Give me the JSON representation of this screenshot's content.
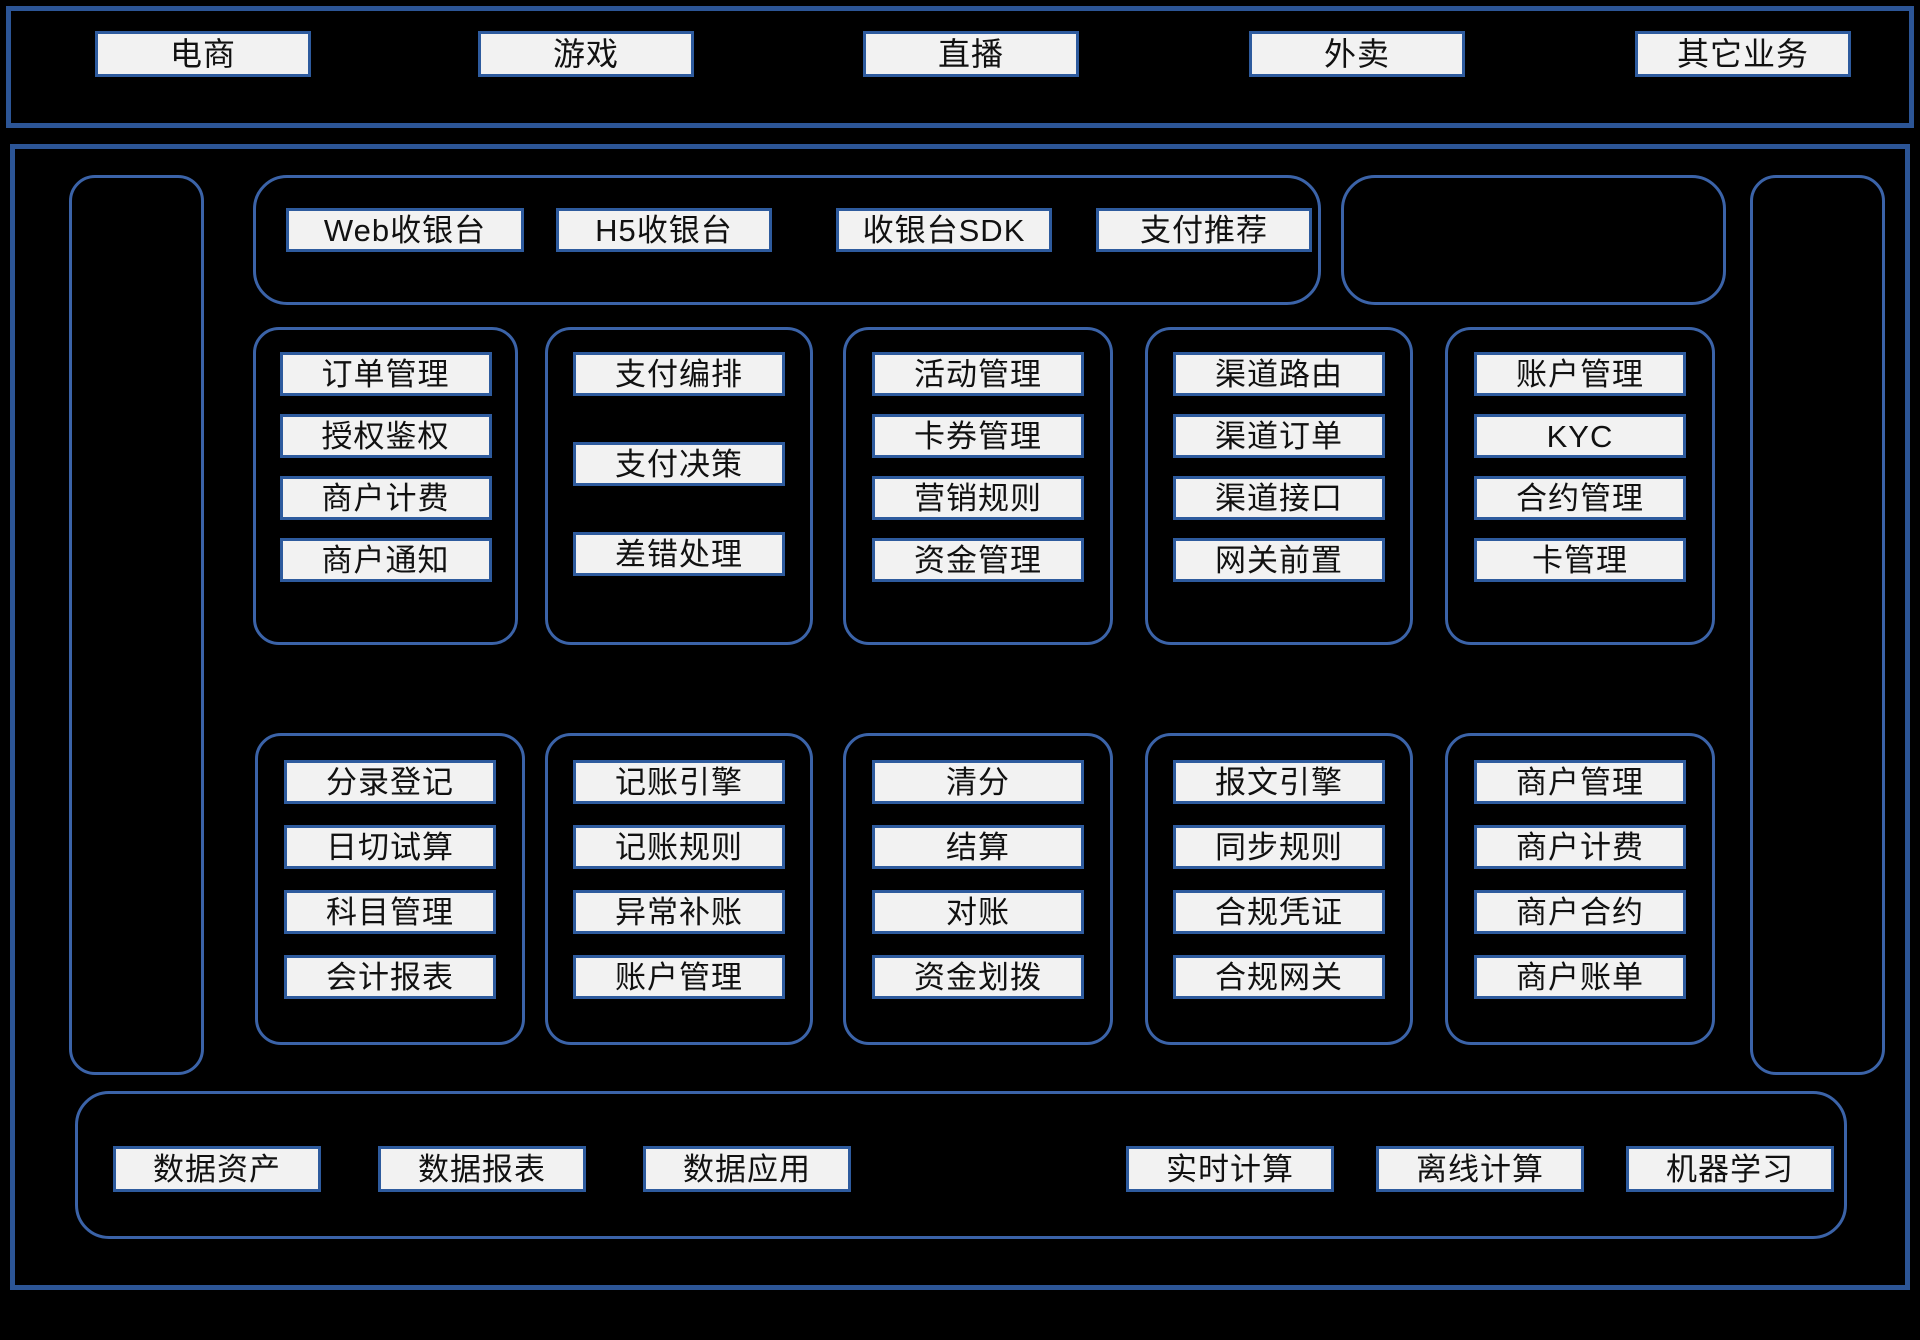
{
  "colors": {
    "background": "#000000",
    "frame_border": "#2c5596",
    "group_border": "#3b63a8",
    "chip_fill": "#f2f2f2",
    "chip_border": "#2e5b9e",
    "text": "#111111"
  },
  "business_layer": {
    "name": "business-layer",
    "items": [
      {
        "label": "电商"
      },
      {
        "label": "游戏"
      },
      {
        "label": "直播"
      },
      {
        "label": "外卖"
      },
      {
        "label": "其它业务"
      }
    ]
  },
  "platform_layer": {
    "name": "platform-layer",
    "left_column": {
      "label": ""
    },
    "right_column": {
      "label": ""
    },
    "cashier_group": {
      "name": "cashier-group",
      "items": [
        {
          "label": "Web收银台"
        },
        {
          "label": "H5收银台"
        },
        {
          "label": "收银台SDK"
        },
        {
          "label": "支付推荐"
        }
      ]
    },
    "cashier_side_group": {
      "name": "cashier-side-group",
      "items": []
    },
    "row1": [
      {
        "name": "order-group",
        "items": [
          {
            "label": "订单管理"
          },
          {
            "label": "授权鉴权"
          },
          {
            "label": "商户计费"
          },
          {
            "label": "商户通知"
          }
        ]
      },
      {
        "name": "payment-group",
        "items": [
          {
            "label": "支付编排"
          },
          {
            "label": "支付决策"
          },
          {
            "label": "差错处理"
          }
        ]
      },
      {
        "name": "marketing-group",
        "items": [
          {
            "label": "活动管理"
          },
          {
            "label": "卡券管理"
          },
          {
            "label": "营销规则"
          },
          {
            "label": "资金管理"
          }
        ]
      },
      {
        "name": "channel-group",
        "items": [
          {
            "label": "渠道路由"
          },
          {
            "label": "渠道订单"
          },
          {
            "label": "渠道接口"
          },
          {
            "label": "网关前置"
          }
        ]
      },
      {
        "name": "account-group",
        "items": [
          {
            "label": "账户管理"
          },
          {
            "label": "KYC"
          },
          {
            "label": "合约管理"
          },
          {
            "label": "卡管理"
          }
        ]
      }
    ],
    "row2": [
      {
        "name": "accounting-group",
        "items": [
          {
            "label": "分录登记"
          },
          {
            "label": "日切试算"
          },
          {
            "label": "科目管理"
          },
          {
            "label": "会计报表"
          }
        ]
      },
      {
        "name": "bookkeeping-group",
        "items": [
          {
            "label": "记账引擎"
          },
          {
            "label": "记账规则"
          },
          {
            "label": "异常补账"
          },
          {
            "label": "账户管理"
          }
        ]
      },
      {
        "name": "clearing-group",
        "items": [
          {
            "label": "清分"
          },
          {
            "label": "结算"
          },
          {
            "label": "对账"
          },
          {
            "label": "资金划拨"
          }
        ]
      },
      {
        "name": "compliance-group",
        "items": [
          {
            "label": "报文引擎"
          },
          {
            "label": "同步规则"
          },
          {
            "label": "合规凭证"
          },
          {
            "label": "合规网关"
          }
        ]
      },
      {
        "name": "merchant-group",
        "items": [
          {
            "label": "商户管理"
          },
          {
            "label": "商户计费"
          },
          {
            "label": "商户合约"
          },
          {
            "label": "商户账单"
          }
        ]
      }
    ],
    "data_group": {
      "name": "data-group",
      "left_items": [
        {
          "label": "数据资产"
        },
        {
          "label": "数据报表"
        },
        {
          "label": "数据应用"
        }
      ],
      "right_items": [
        {
          "label": "实时计算"
        },
        {
          "label": "离线计算"
        },
        {
          "label": "机器学习"
        }
      ]
    }
  }
}
